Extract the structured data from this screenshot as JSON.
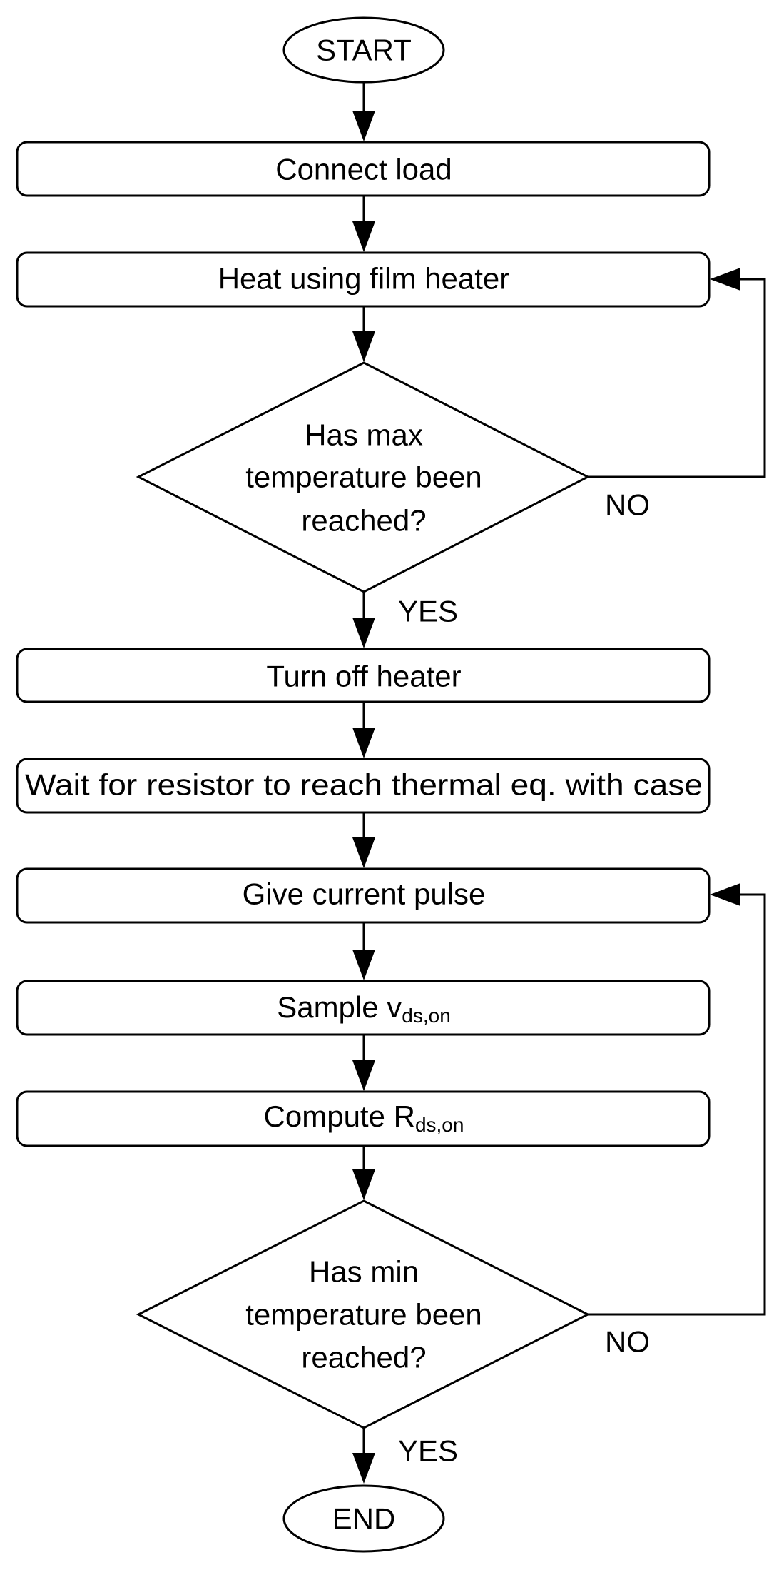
{
  "start_label": "START",
  "end_label": "END",
  "steps": {
    "connect_load": "Connect load",
    "heat": "Heat using film heater",
    "turn_off": "Turn off heater",
    "wait": "Wait for resistor to reach thermal eq. with case",
    "pulse": "Give current pulse",
    "sample_main": "Sample v",
    "sample_sub": "ds,on",
    "compute_main": "Compute R",
    "compute_sub": "ds,on"
  },
  "decisions": {
    "max": {
      "line1": "Has max",
      "line2": "temperature been",
      "line3": "reached?",
      "yes": "YES",
      "no": "NO"
    },
    "min": {
      "line1": "Has min",
      "line2": "temperature been",
      "line3": "reached?",
      "yes": "YES",
      "no": "NO"
    }
  }
}
